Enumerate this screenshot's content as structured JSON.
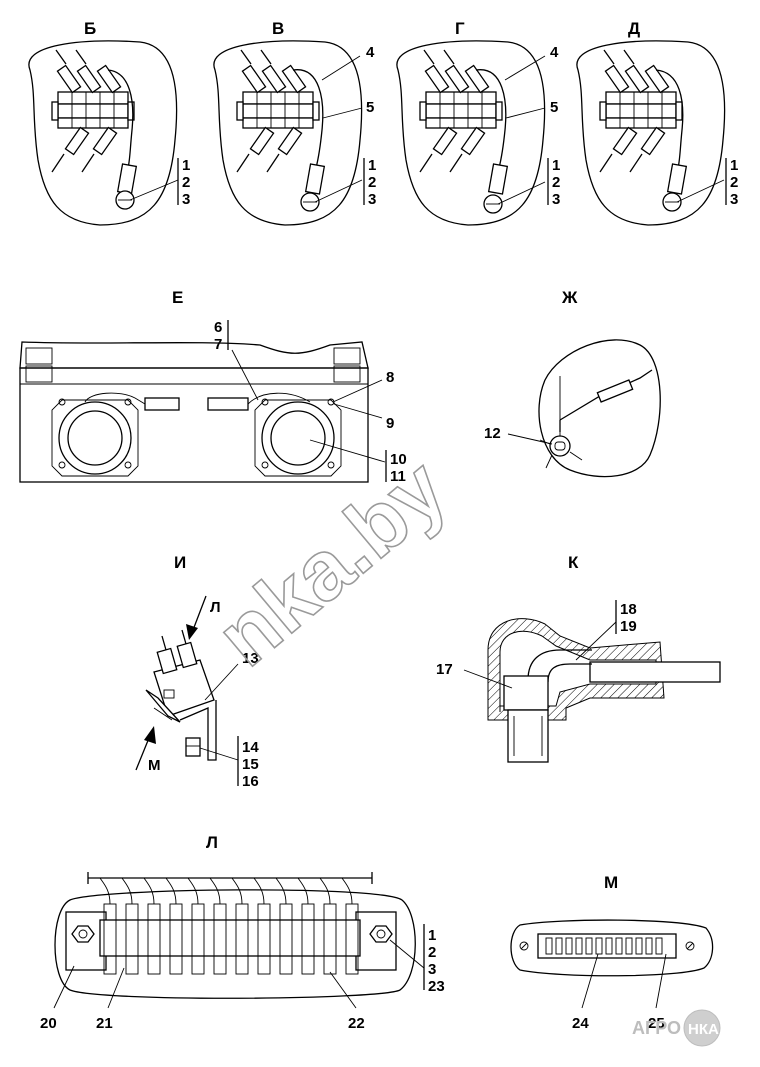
{
  "views": {
    "b": "Б",
    "v": "В",
    "g": "Г",
    "d": "Д",
    "e": "Е",
    "zh": "Ж",
    "i": "И",
    "k": "К",
    "l": "Л",
    "m": "М"
  },
  "callouts": {
    "c1": "1",
    "c2": "2",
    "c3": "3",
    "c4": "4",
    "c5": "5",
    "c6": "6",
    "c7": "7",
    "c8": "8",
    "c9": "9",
    "c10": "10",
    "c11": "11",
    "c12": "12",
    "c13": "13",
    "c14": "14",
    "c15": "15",
    "c16": "16",
    "c17": "17",
    "c18": "18",
    "c19": "19",
    "c20": "20",
    "c21": "21",
    "c22": "22",
    "c23": "23",
    "c24": "24",
    "c25": "25"
  },
  "arrows": {
    "l": "Л",
    "m": "М"
  },
  "watermark": {
    "text": "nka.by"
  },
  "logo": {
    "left": "АГРО",
    "right": "НКА"
  }
}
